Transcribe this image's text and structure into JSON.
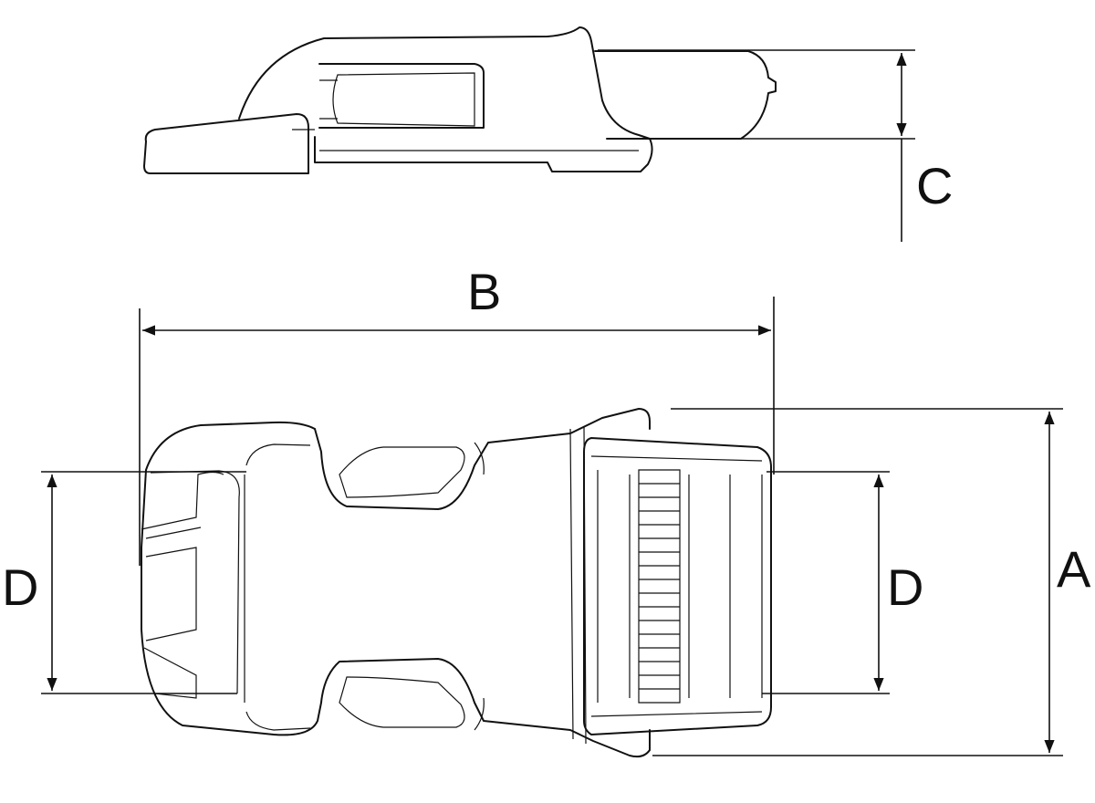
{
  "dimensions": {
    "A": "A",
    "B": "B",
    "C": "C",
    "D_left": "D",
    "D_right": "D"
  },
  "colors": {
    "line": "#111111",
    "background": "#ffffff"
  }
}
